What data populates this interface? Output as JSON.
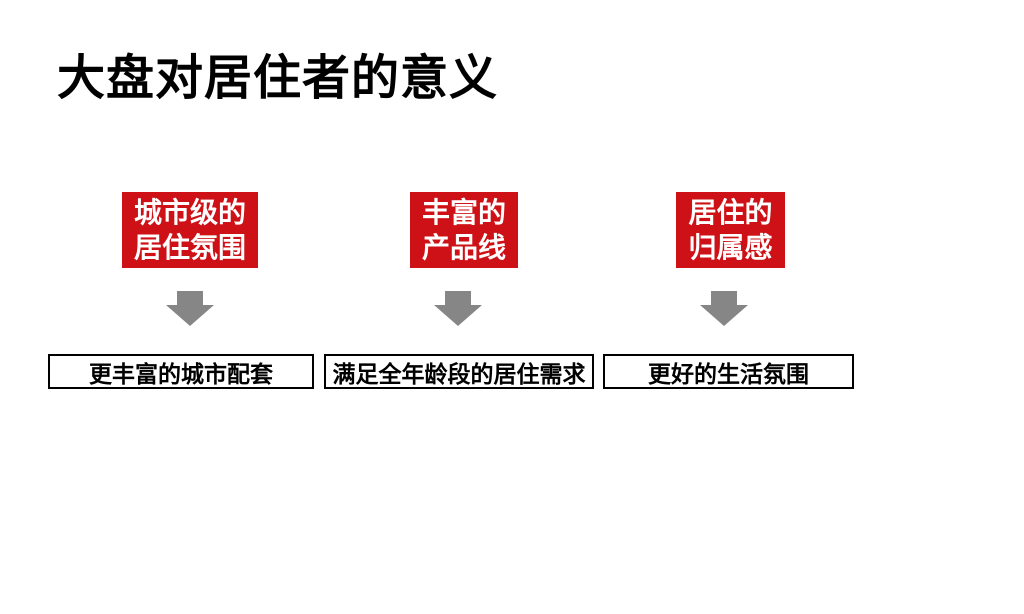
{
  "slide": {
    "title": "大盘对居住者的意义",
    "colors": {
      "accent_red": "#CE1116",
      "arrow_gray": "#868686",
      "text_black": "#000000",
      "background": "#FFFFFF"
    },
    "columns": [
      {
        "top_line1": "城市级的",
        "top_line2": "居住氛围",
        "arrow": "down-arrow",
        "bottom_label": "更丰富的城市配套"
      },
      {
        "top_line1": "丰富的",
        "top_line2": "产品线",
        "arrow": "down-arrow",
        "bottom_label": "满足全年龄段的居住需求"
      },
      {
        "top_line1": "居住的",
        "top_line2": "归属感",
        "arrow": "down-arrow",
        "bottom_label": "更好的生活氛围"
      }
    ]
  }
}
